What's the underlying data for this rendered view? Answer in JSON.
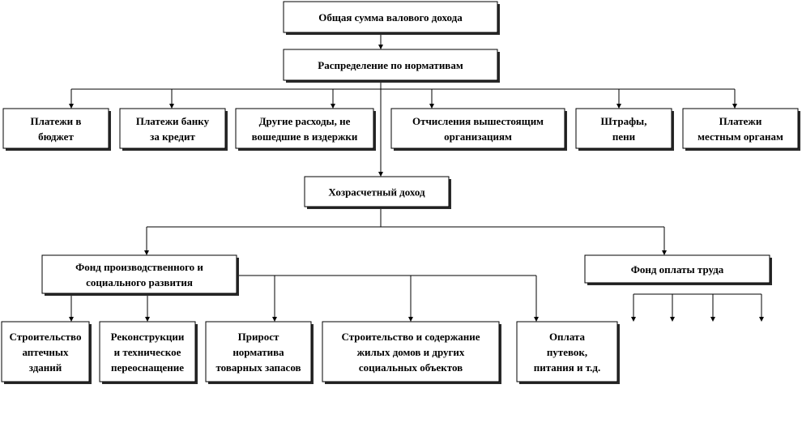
{
  "nodes": {
    "total_gross_income": [
      "Общая  сумма валового дохода"
    ],
    "normative_distribution": [
      "Распределение по нормативам"
    ],
    "budget_payments": [
      "Платежи в",
      "бюджет"
    ],
    "bank_credit_payments": [
      "Платежи банку",
      "за кредит"
    ],
    "other_expenses": [
      "Другие расходы, не",
      "вошедшие в издержки"
    ],
    "higher_org_deductions": [
      "Отчисления вышестоящим",
      "организациям"
    ],
    "fines_penalties": [
      "Штрафы,",
      "пени"
    ],
    "local_authority_payments": [
      "Платежи",
      "местным органам"
    ],
    "self_financing_income": [
      "Хозрасчетный доход"
    ],
    "production_social_fund": [
      "Фонд производственного и",
      "социального развития"
    ],
    "wage_fund": [
      "Фонд оплаты труда"
    ],
    "pharmacy_buildings": [
      "Строительство",
      "аптечных",
      "зданий"
    ],
    "reconstruction": [
      "Реконструкции",
      "и техническое",
      "переоснащение"
    ],
    "inventory_growth": [
      "Прирост",
      "норматива",
      "товарных запасов"
    ],
    "housing_social_objects": [
      "Строительство и содержание",
      "жилых домов и других",
      "социальных объектов"
    ],
    "vouchers_meals": [
      "Оплата",
      "путевок,",
      "питания и т.д."
    ]
  }
}
